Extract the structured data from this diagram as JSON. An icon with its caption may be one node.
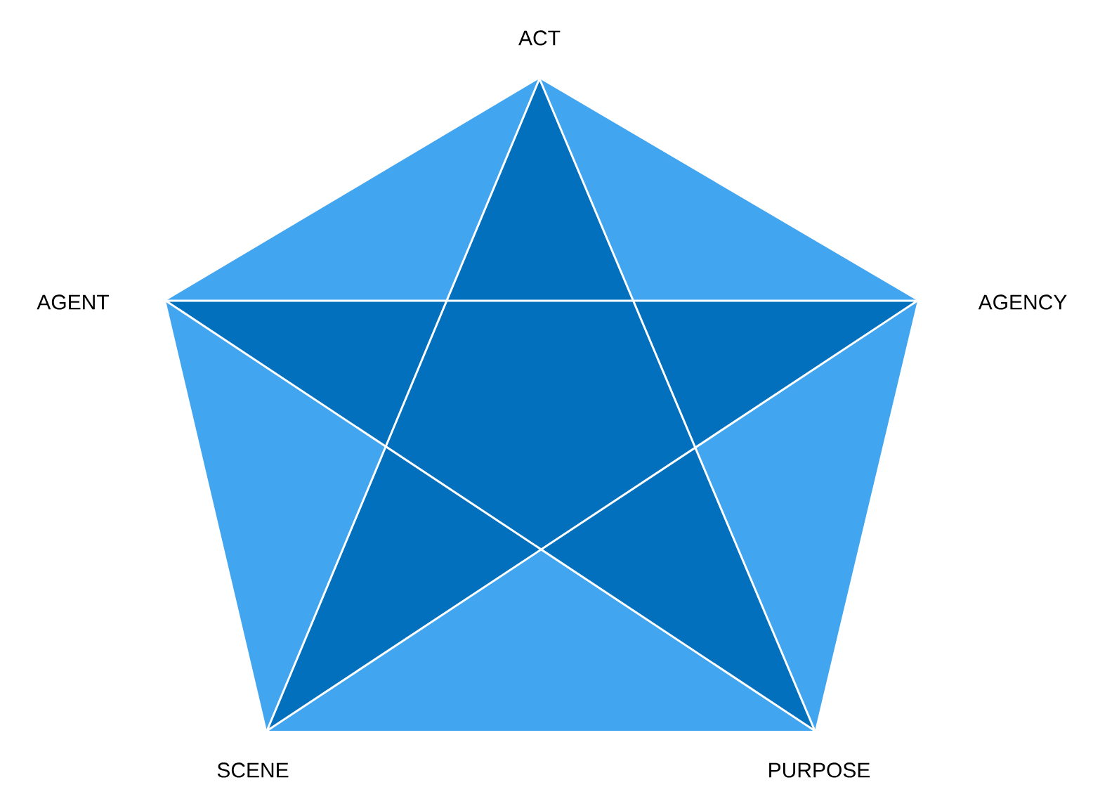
{
  "diagram": {
    "labels": [
      "ACT",
      "AGENT",
      "AGENCY",
      "SCENE",
      "PURPOSE"
    ]
  }
}
